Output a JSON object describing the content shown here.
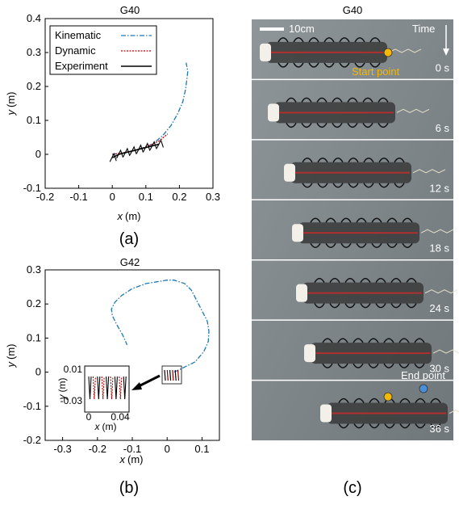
{
  "panel_labels": {
    "a": "(a)",
    "b": "(b)",
    "c": "(c)"
  },
  "chart_data": [
    {
      "type": "line",
      "title": "G40",
      "xlabel_var": "x",
      "xlabel_unit": "(m)",
      "ylabel_var": "y",
      "ylabel_unit": "(m)",
      "xlim": [
        -0.2,
        0.3
      ],
      "ylim": [
        -0.1,
        0.4
      ],
      "xticks": [
        "-0.2",
        "-0.1",
        "0",
        "0.1",
        "0.2",
        "0.3"
      ],
      "yticks": [
        "-0.1",
        "0",
        "0.1",
        "0.2",
        "0.3",
        "0.4"
      ],
      "legend_position": "top-left",
      "series": [
        {
          "name": "Kinematic",
          "color": "#1f77b4",
          "style": "dashdot",
          "x": [
            0.0,
            0.04,
            0.08,
            0.12,
            0.15,
            0.175,
            0.195,
            0.21,
            0.218,
            0.222,
            0.225,
            0.22
          ],
          "y": [
            0.0,
            0.005,
            0.015,
            0.03,
            0.055,
            0.085,
            0.12,
            0.155,
            0.19,
            0.22,
            0.245,
            0.27
          ]
        },
        {
          "name": "Dynamic",
          "color": "#c00000",
          "style": "dotted",
          "x": [
            0.0,
            0.03,
            0.06,
            0.09,
            0.12,
            0.14,
            0.155,
            0.165
          ],
          "y": [
            0.0,
            0.004,
            0.01,
            0.018,
            0.03,
            0.04,
            0.052,
            0.06
          ]
        },
        {
          "name": "Experiment",
          "color": "#000000",
          "style": "solid",
          "x": [
            0.0,
            0.02,
            0.04,
            0.06,
            0.08,
            0.1,
            0.12,
            0.14
          ],
          "y": [
            -0.01,
            0.0,
            0.005,
            0.01,
            0.015,
            0.02,
            0.025,
            0.03
          ]
        }
      ]
    },
    {
      "type": "line",
      "title": "G42",
      "xlabel_var": "x",
      "xlabel_unit": "(m)",
      "ylabel_var": "y",
      "ylabel_unit": "(m)",
      "xlim": [
        -0.35,
        0.15
      ],
      "ylim": [
        -0.2,
        0.3
      ],
      "xticks": [
        "-0.3",
        "-0.2",
        "-0.1",
        "0",
        "0.1"
      ],
      "yticks": [
        "-0.2",
        "-0.1",
        "0",
        "0.1",
        "0.2",
        "0.3"
      ],
      "series": [
        {
          "name": "Kinematic",
          "color": "#1f77b4",
          "style": "dashdot",
          "x": [
            0.02,
            0.05,
            0.08,
            0.105,
            0.118,
            0.12,
            0.115,
            0.1,
            0.085,
            0.07,
            0.05,
            0.02,
            0.0,
            -0.03,
            -0.06,
            -0.1,
            -0.13,
            -0.15,
            -0.16,
            -0.157,
            -0.145,
            -0.128,
            -0.115
          ],
          "y": [
            0.0,
            0.015,
            0.03,
            0.06,
            0.09,
            0.12,
            0.15,
            0.18,
            0.21,
            0.24,
            0.26,
            0.27,
            0.27,
            0.265,
            0.26,
            0.245,
            0.225,
            0.205,
            0.185,
            0.165,
            0.14,
            0.11,
            0.08
          ]
        }
      ],
      "inset": {
        "xticks": [
          "0",
          "0.04"
        ],
        "yticks": [
          "0.01",
          "-0.03"
        ],
        "xlim": [
          -0.005,
          0.05
        ],
        "ylim": [
          -0.045,
          0.015
        ],
        "xlabel_var": "x",
        "xlabel_unit": "(m)",
        "ylabel_var": "y",
        "ylabel_unit": "(m)"
      }
    }
  ],
  "video_panel": {
    "title": "G40",
    "scale_label": "10cm",
    "time_label": "Time",
    "start_label": "Start point",
    "end_label": "End point",
    "start_color": "#f5b800",
    "end_color": "#4a90d9",
    "frames": [
      "0 s",
      "6 s",
      "12 s",
      "18 s",
      "24 s",
      "30 s",
      "36 s"
    ]
  }
}
